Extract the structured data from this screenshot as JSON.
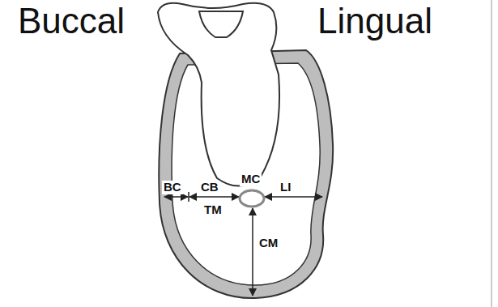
{
  "diagram": {
    "labels": [
      "Buccal",
      "Lingual",
      "BC",
      "CB",
      "MC",
      "LI",
      "TM",
      "CM"
    ]
  }
}
